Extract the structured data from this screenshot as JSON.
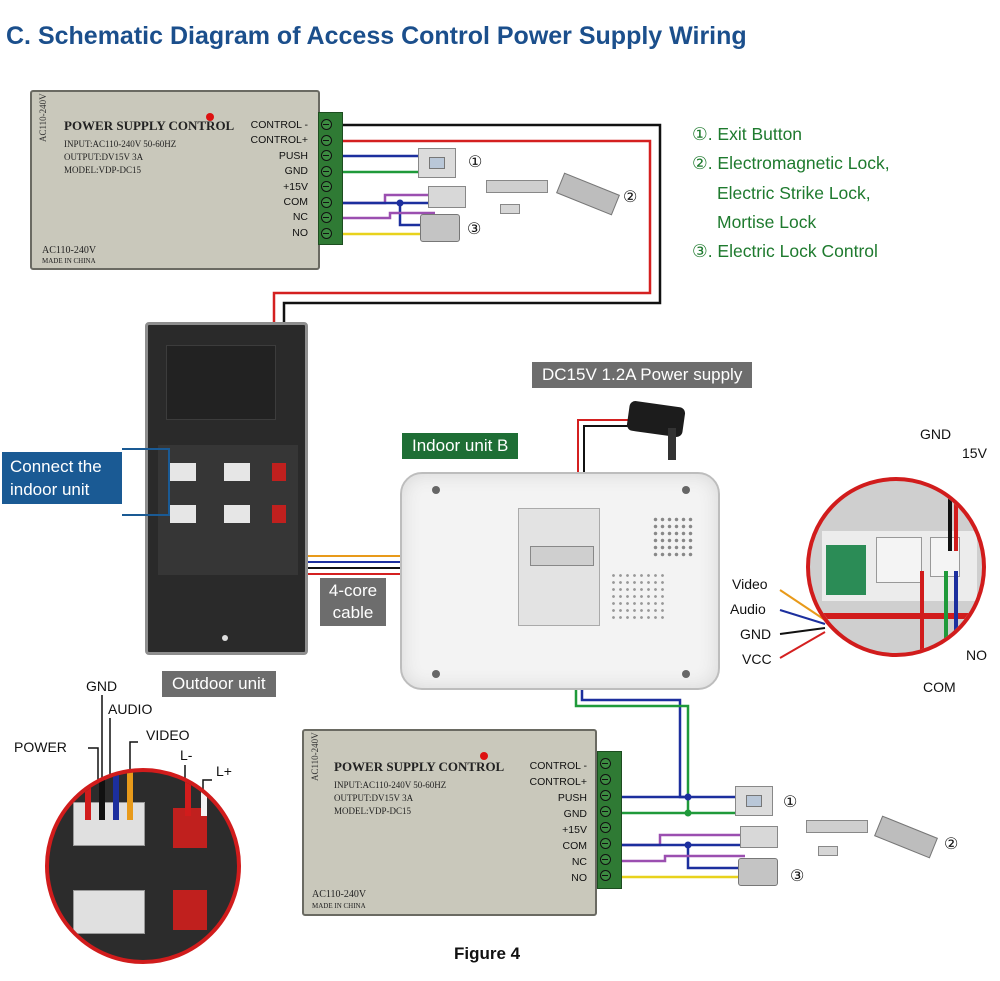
{
  "title": "C. Schematic Diagram of Access Control Power Supply Wiring",
  "psu": {
    "side_label": "AC110-240V",
    "name": "POWER SUPPLY CONTROL",
    "input": "INPUT:AC110-240V 50-60HZ",
    "output": "OUTPUT:DV15V 3A",
    "model": "MODEL:VDP-DC15",
    "bottom_label": "AC110-240V",
    "made_in": "MADE IN CHINA",
    "terminals": [
      "CONTROL -",
      "CONTROL+",
      "PUSH",
      "GND",
      "+15V",
      "COM",
      "NC",
      "NO"
    ]
  },
  "legend": {
    "item1": "①. Exit Button",
    "item2": "②. Electromagnetic Lock,",
    "item2b": "Electric Strike Lock,",
    "item2c": "Mortise Lock",
    "item3": "③. Electric Lock Control"
  },
  "markers": {
    "one": "①",
    "two": "②",
    "three": "③"
  },
  "labels": {
    "dc_power": "DC15V 1.2A Power supply",
    "indoor_unit": "Indoor unit B",
    "connect_indoor": "Connect the indoor unit",
    "four_core": "4-core cable",
    "outdoor_unit": "Outdoor unit",
    "figure": "Figure 4"
  },
  "outdoor_detail": {
    "gnd": "GND",
    "audio": "AUDIO",
    "video": "VIDEO",
    "power": "POWER",
    "l_minus": "L-",
    "l_plus": "L+"
  },
  "indoor_detail": {
    "gnd_top": "GND",
    "v15": "15V",
    "video": "Video",
    "audio": "Audio",
    "gnd": "GND",
    "vcc": "VCC",
    "no": "NO",
    "com": "COM"
  },
  "colors": {
    "title": "#1b4f8c",
    "legend": "#1e7a2e",
    "red": "#d42020",
    "black": "#111111",
    "blue": "#1c2f9e",
    "green": "#1f9a3a",
    "yellow": "#e8d21c",
    "purple": "#9b4fb0",
    "orange": "#e89a1a"
  }
}
